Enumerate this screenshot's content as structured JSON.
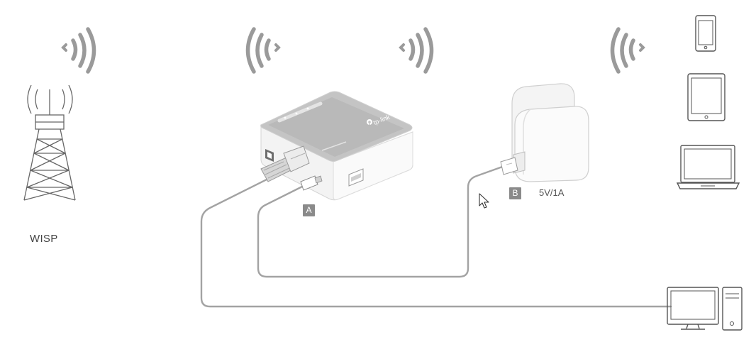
{
  "labels": {
    "wisp": "WISP",
    "port_a": "A",
    "port_b": "B",
    "power_rating": "5V/1A",
    "brand": "tp-link"
  },
  "colors": {
    "line": "#666666",
    "waves": "#9a9a9a",
    "router_body": "#f2f2f2",
    "router_top": "#b5b5b5",
    "tag_bg": "#8a8a8a",
    "cable": "#a0a0a0"
  },
  "icons": [
    "wifi-waves-icon",
    "tower-icon",
    "router-icon",
    "power-adapter-icon",
    "phone-icon",
    "tablet-icon",
    "laptop-icon",
    "desktop-computer-icon",
    "mouse-cursor-icon"
  ]
}
